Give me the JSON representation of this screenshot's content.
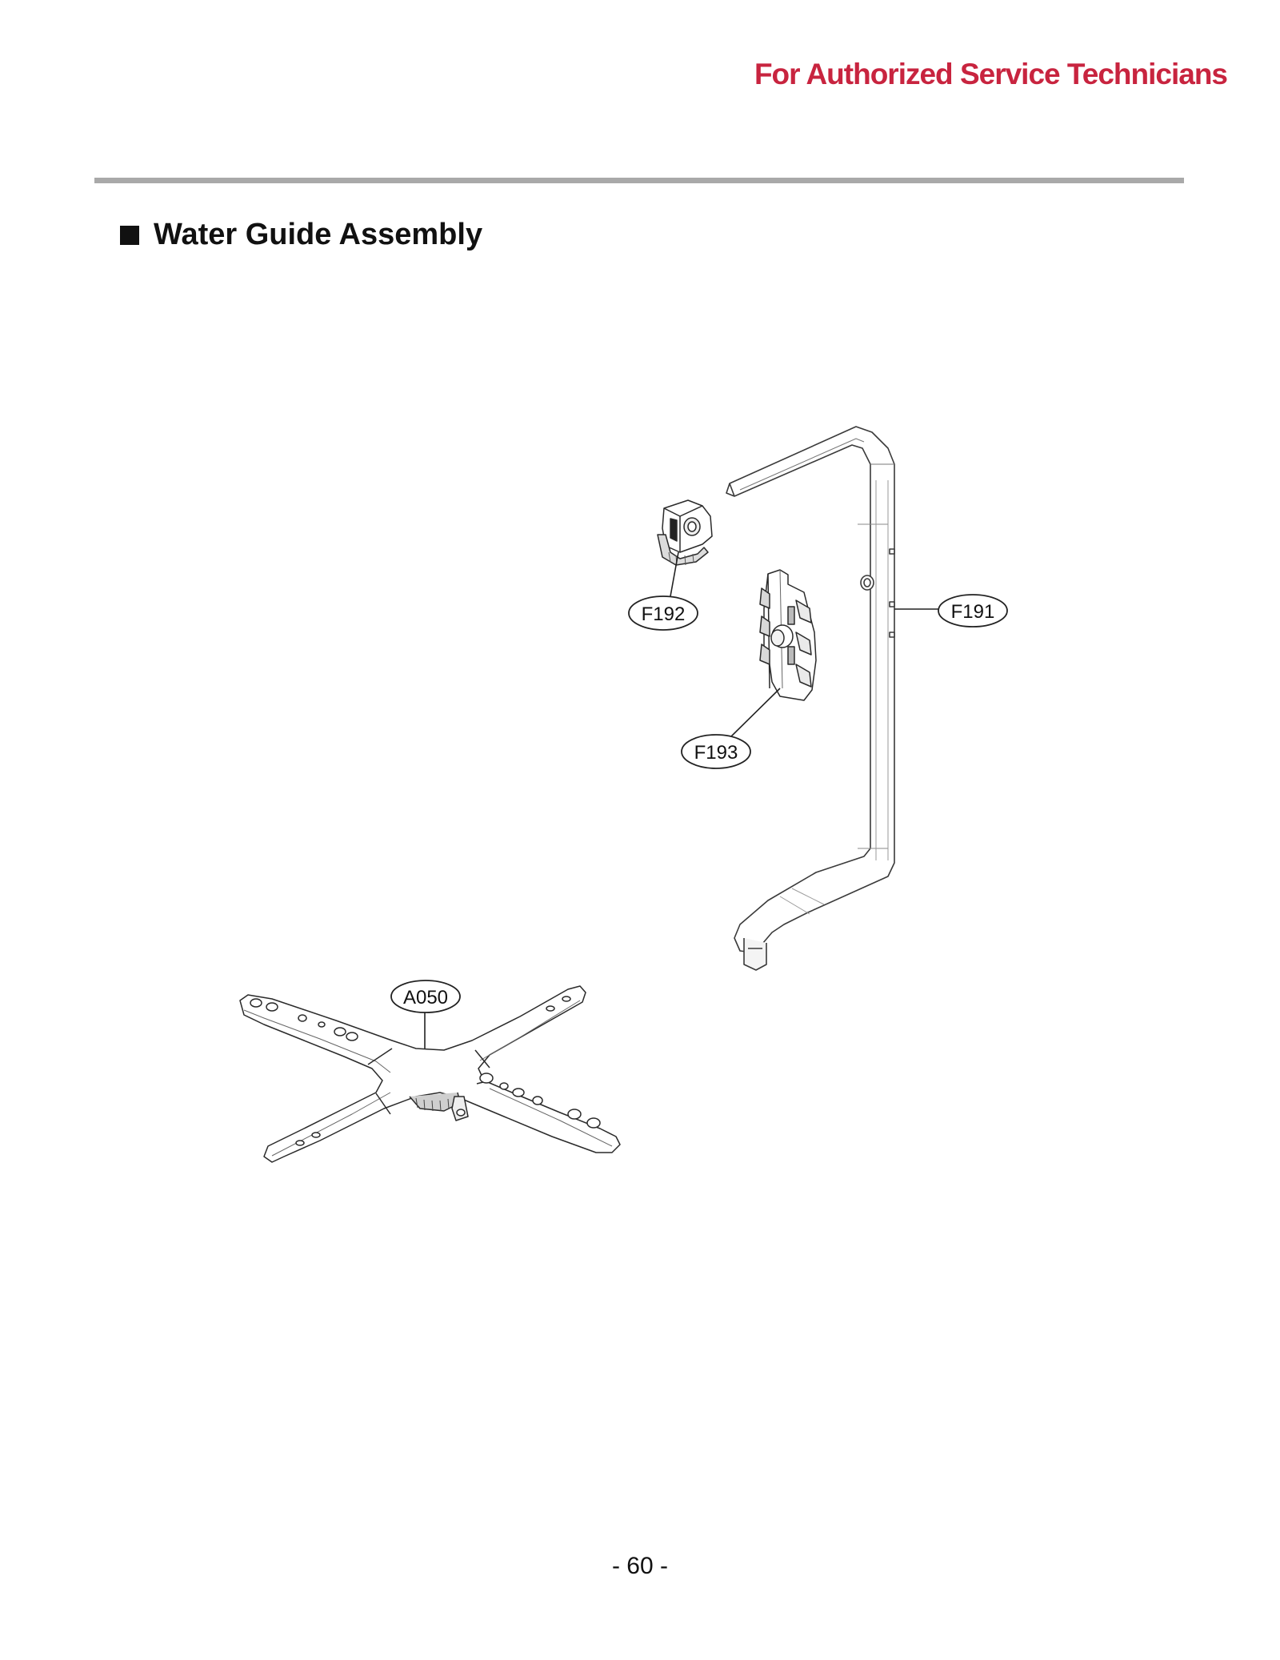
{
  "header": {
    "note": "For Authorized Service Technicians"
  },
  "section": {
    "title": "Water Guide Assembly"
  },
  "callouts": [
    {
      "id": "F192"
    },
    {
      "id": "F191"
    },
    {
      "id": "F193"
    },
    {
      "id": "A050"
    }
  ],
  "footer": {
    "page_number": "- 60 -"
  },
  "colors": {
    "accent": "#c8243f",
    "rule": "#a9a9a9"
  }
}
